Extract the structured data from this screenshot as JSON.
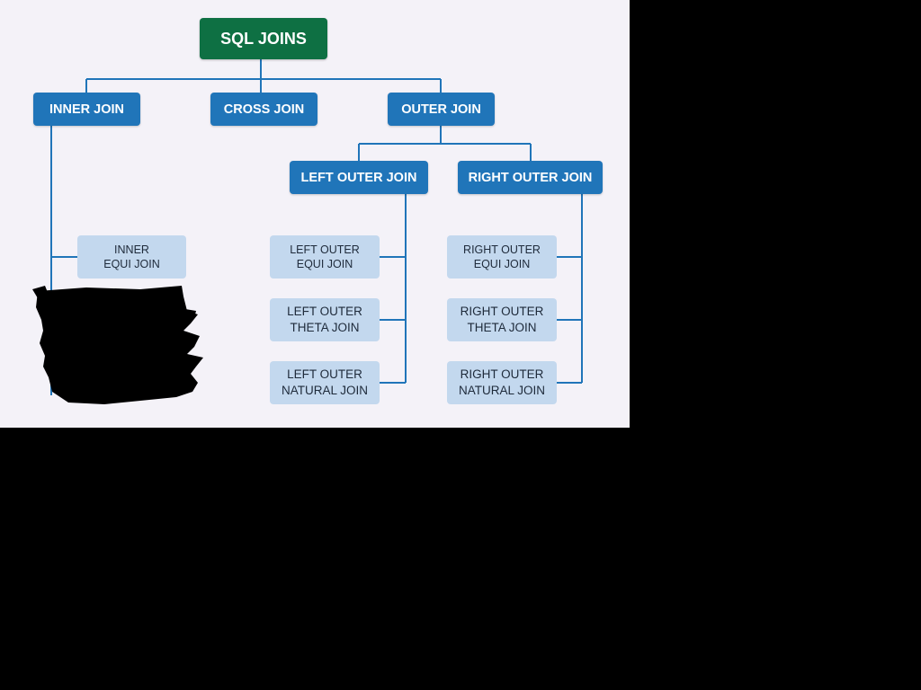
{
  "colors": {
    "root_fill": "#0e7043",
    "node_fill": "#2075b9",
    "leaf_fill": "#c3d8ee",
    "connector": "#2075b9",
    "background": "#f4f2f8",
    "redaction": "#000000"
  },
  "root": {
    "label": "SQL JOINS"
  },
  "types": [
    {
      "label": "INNER JOIN"
    },
    {
      "label": "CROSS JOIN"
    },
    {
      "label": "OUTER JOIN"
    }
  ],
  "outer_types": [
    {
      "label": "LEFT OUTER JOIN"
    },
    {
      "label": "RIGHT OUTER JOIN"
    }
  ],
  "inner_children": [
    {
      "line1": "INNER",
      "line2": "EQUI JOIN"
    }
  ],
  "left_outer_children": [
    {
      "line1": "LEFT OUTER",
      "line2": "EQUI JOIN"
    },
    {
      "line1": "LEFT OUTER",
      "line2": "THETA JOIN"
    },
    {
      "line1": "LEFT OUTER",
      "line2": "NATURAL JOIN"
    }
  ],
  "right_outer_children": [
    {
      "line1": "RIGHT OUTER",
      "line2": "EQUI JOIN"
    },
    {
      "line1": "RIGHT OUTER",
      "line2": "THETA JOIN"
    },
    {
      "line1": "RIGHT OUTER",
      "line2": "NATURAL JOIN"
    }
  ]
}
